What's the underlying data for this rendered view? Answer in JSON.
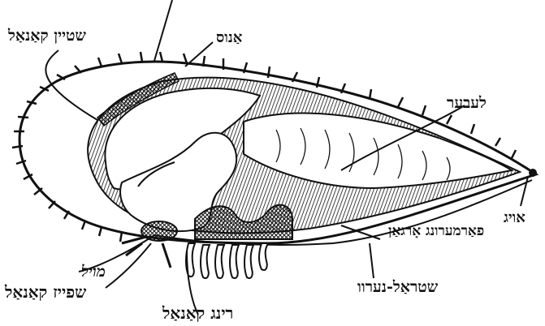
{
  "labels": {
    "anus": "אַנוס",
    "stone_canal": "שטיין קאַנאַל",
    "liver": "לעבער",
    "eye": "אויג",
    "reproductive_organ": "פאַרמערונג אָרגאַן",
    "ray_nerve": "שטראַל-נערוו",
    "mouth": "מויל",
    "food_canal": "שפייז קאַנאַל",
    "ring_canal": "רינג קאַנאַל"
  }
}
